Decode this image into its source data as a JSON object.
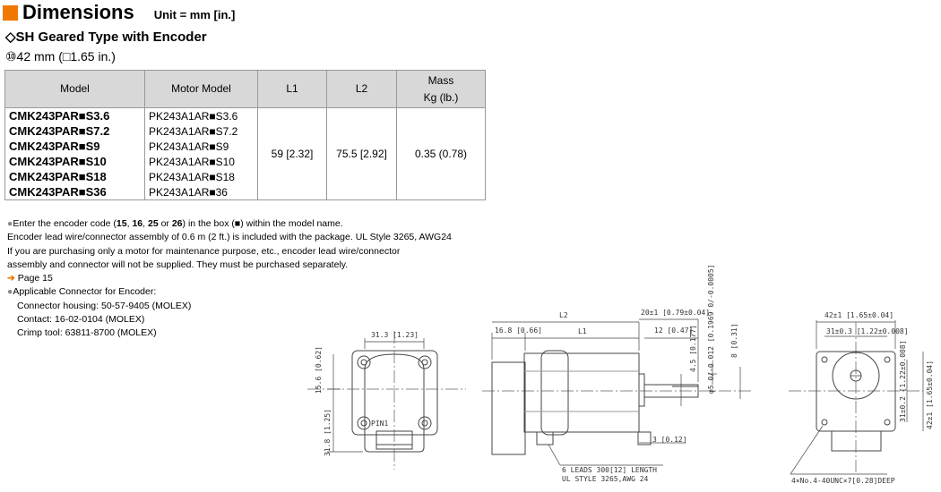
{
  "header": {
    "title": "Dimensions",
    "unit": "Unit = mm [in.]"
  },
  "subtitle": "◇SH Geared Type with Encoder",
  "size_label": "⑩42 mm (□1.65 in.)",
  "table": {
    "headers": {
      "model": "Model",
      "motor_model": "Motor Model",
      "l1": "L1",
      "l2": "L2",
      "mass_line1": "Mass",
      "mass_line2": "Kg (lb.)"
    },
    "rows": [
      {
        "model": "CMK243PAR■S3.6",
        "motor": "PK243A1AR■S3.6"
      },
      {
        "model": "CMK243PAR■S7.2",
        "motor": "PK243A1AR■S7.2"
      },
      {
        "model": "CMK243PAR■S9",
        "motor": "PK243A1AR■S9"
      },
      {
        "model": "CMK243PAR■S10",
        "motor": "PK243A1AR■S10"
      },
      {
        "model": "CMK243PAR■S18",
        "motor": "PK243A1AR■S18"
      },
      {
        "model": "CMK243PAR■S36",
        "motor": "PK243A1AR■36"
      }
    ],
    "l1": "59 [2.32]",
    "l2": "75.5 [2.92]",
    "mass": "0.35 (0.78)"
  },
  "notes": {
    "n1_pre": "Enter the encoder code (",
    "n1_c1": "15",
    "n1_c2": "16",
    "n1_c3": "25",
    "n1_or": " or ",
    "n1_c4": "26",
    "n1_post": ") in the box (■) within the model name.",
    "n2": "Encoder lead wire/connector assembly of 0.6 m (2 ft.) is included with the package. UL Style 3265, AWG24",
    "n3": "If you are purchasing only a motor for maintenance purpose, etc., encoder lead wire/connector",
    "n4": "assembly and connector will not be supplied. They must be purchased separately.",
    "page_ref": "Page 15",
    "connector_title": "Applicable Connector for Encoder:",
    "housing": "Connector housing: 50-57-9405 (MOLEX)",
    "contact": "Contact: 16-02-0104 (MOLEX)",
    "crimp": "Crimp tool: 63811-8700 (MOLEX)"
  },
  "drawing": {
    "rear_width": "31.3 [1.23]",
    "rear_h1": "15.6 [0.62]",
    "rear_h2": "31.8 [1.25]",
    "pin_label": "PIN1",
    "l2": "L2",
    "l1": "L1",
    "d16": "16.8 [0.66]",
    "d20": "20±1 [0.79±0.04]",
    "d12": "12 [0.47]",
    "d45": "4.5 [0.177]",
    "dshaft": "φ5 0/-0.012 [0.1969 0/-0.0005]",
    "d8": "8 [0.31]",
    "d3": "3 [0.12]",
    "leads1": "6 LEADS 300[12] LENGTH",
    "leads2": "UL STYLE 3265,AWG 24",
    "f42w": "42±1 [1.65±0.04]",
    "f31w": "31±0.3 [1.22±0.008]",
    "f31h": "31±0.2 [1.22±0.008]",
    "f42h": "42±1 [1.65±0.04]",
    "screw": "4×No.4-40UNC×7[0.28]DEEP"
  }
}
